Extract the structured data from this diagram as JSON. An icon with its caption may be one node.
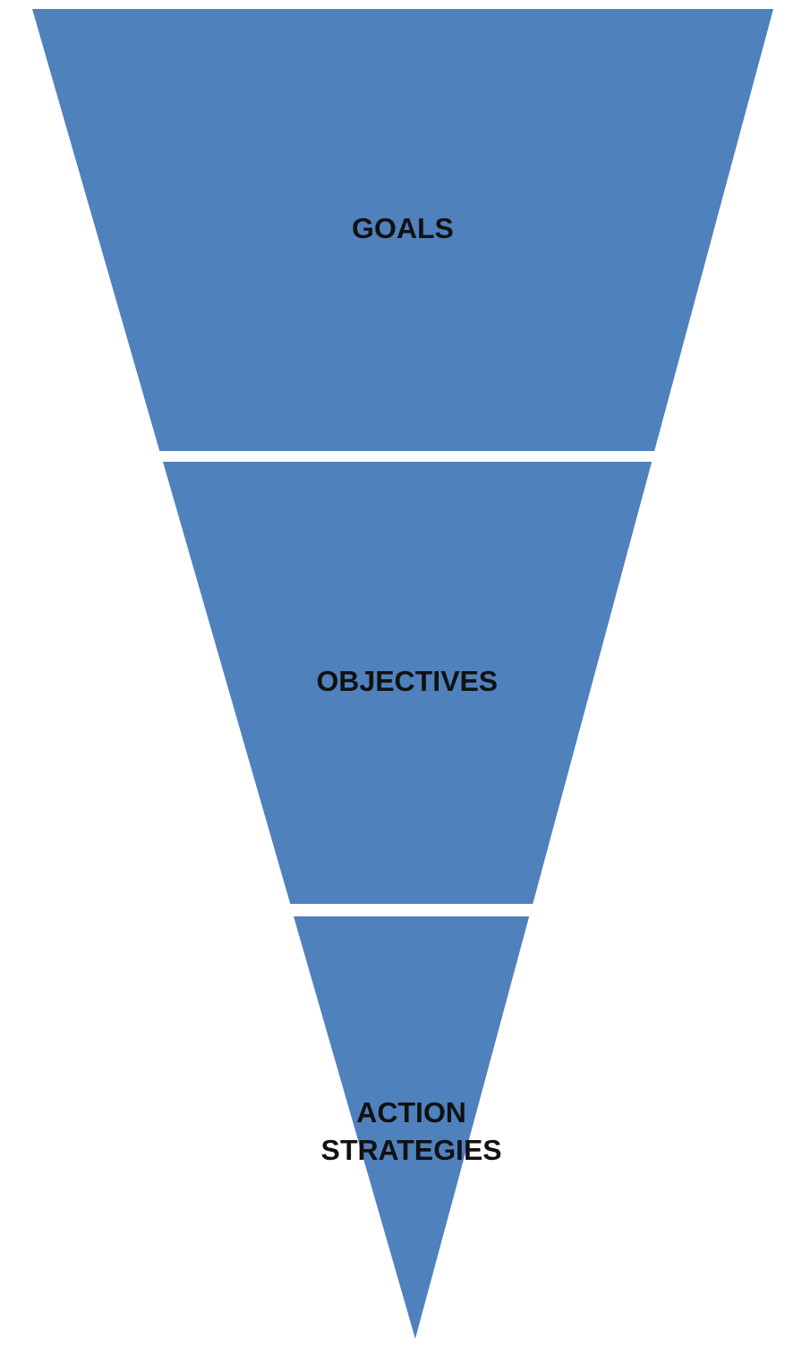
{
  "diagram": {
    "nodes": [
      {
        "text": [
          "GOALS"
        ]
      },
      {
        "text": [
          "OBJECTIVES"
        ]
      },
      {
        "text": [
          "ACTION STRATEGIES"
        ]
      }
    ],
    "edges": []
  }
}
